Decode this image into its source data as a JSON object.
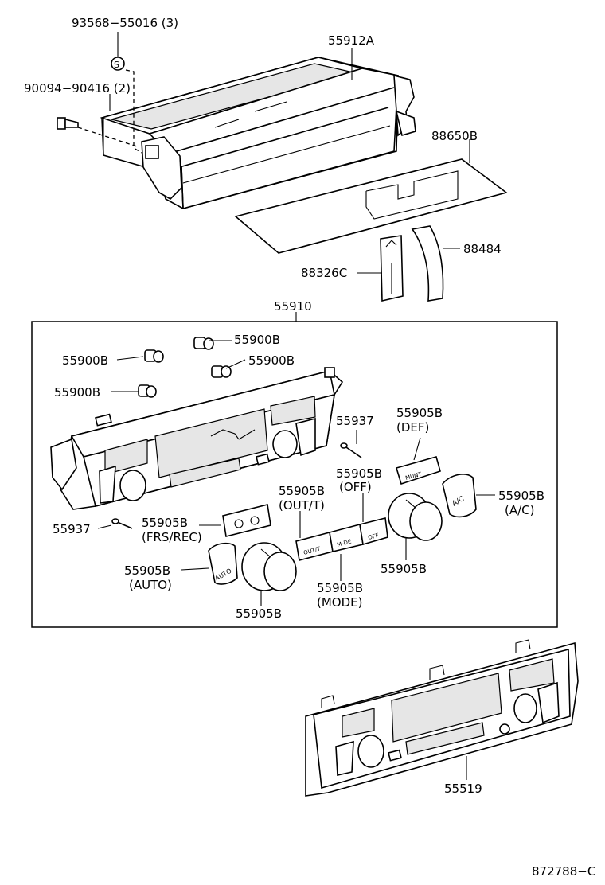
{
  "parts": {
    "p93568": "93568−55016 (3)",
    "p55912a": "55912A",
    "p90094": "90094−90416 (2)",
    "p88650b": "88650B",
    "p88484": "88484",
    "p88326c": "88326C",
    "p55910": "55910",
    "p55900b_a": "55900B",
    "p55900b_b": "55900B",
    "p55900b_c": "55900B",
    "p55900b_d": "55900B",
    "p55937_a": "55937",
    "p55937_b": "55937",
    "p55905b_def": "55905B",
    "def_note": "(DEF)",
    "p55905b_off": "55905B",
    "off_note": "(OFF)",
    "p55905b_outt": "55905B",
    "outt_note": "(OUT/T)",
    "p55905b_ac": "55905B",
    "ac_note": "(A/C)",
    "p55905b_frs": "55905B",
    "frs_note": "(FRS/REC)",
    "p55905b_auto": "55905B",
    "auto_note": "(AUTO)",
    "p55905b_knob_l": "55905B",
    "p55905b_mode": "55905B",
    "mode_note": "(MODE)",
    "p55905b_knob_r": "55905B",
    "p55519": "55519"
  },
  "symbols": {
    "sealant_mark": "S"
  },
  "button_text": {
    "def": "MUNT",
    "ac": "A/C",
    "auto": "AUTO",
    "outt": "OUT/T",
    "mode": "M-DE",
    "off": "OFF"
  },
  "diagram_id": "872788−C"
}
